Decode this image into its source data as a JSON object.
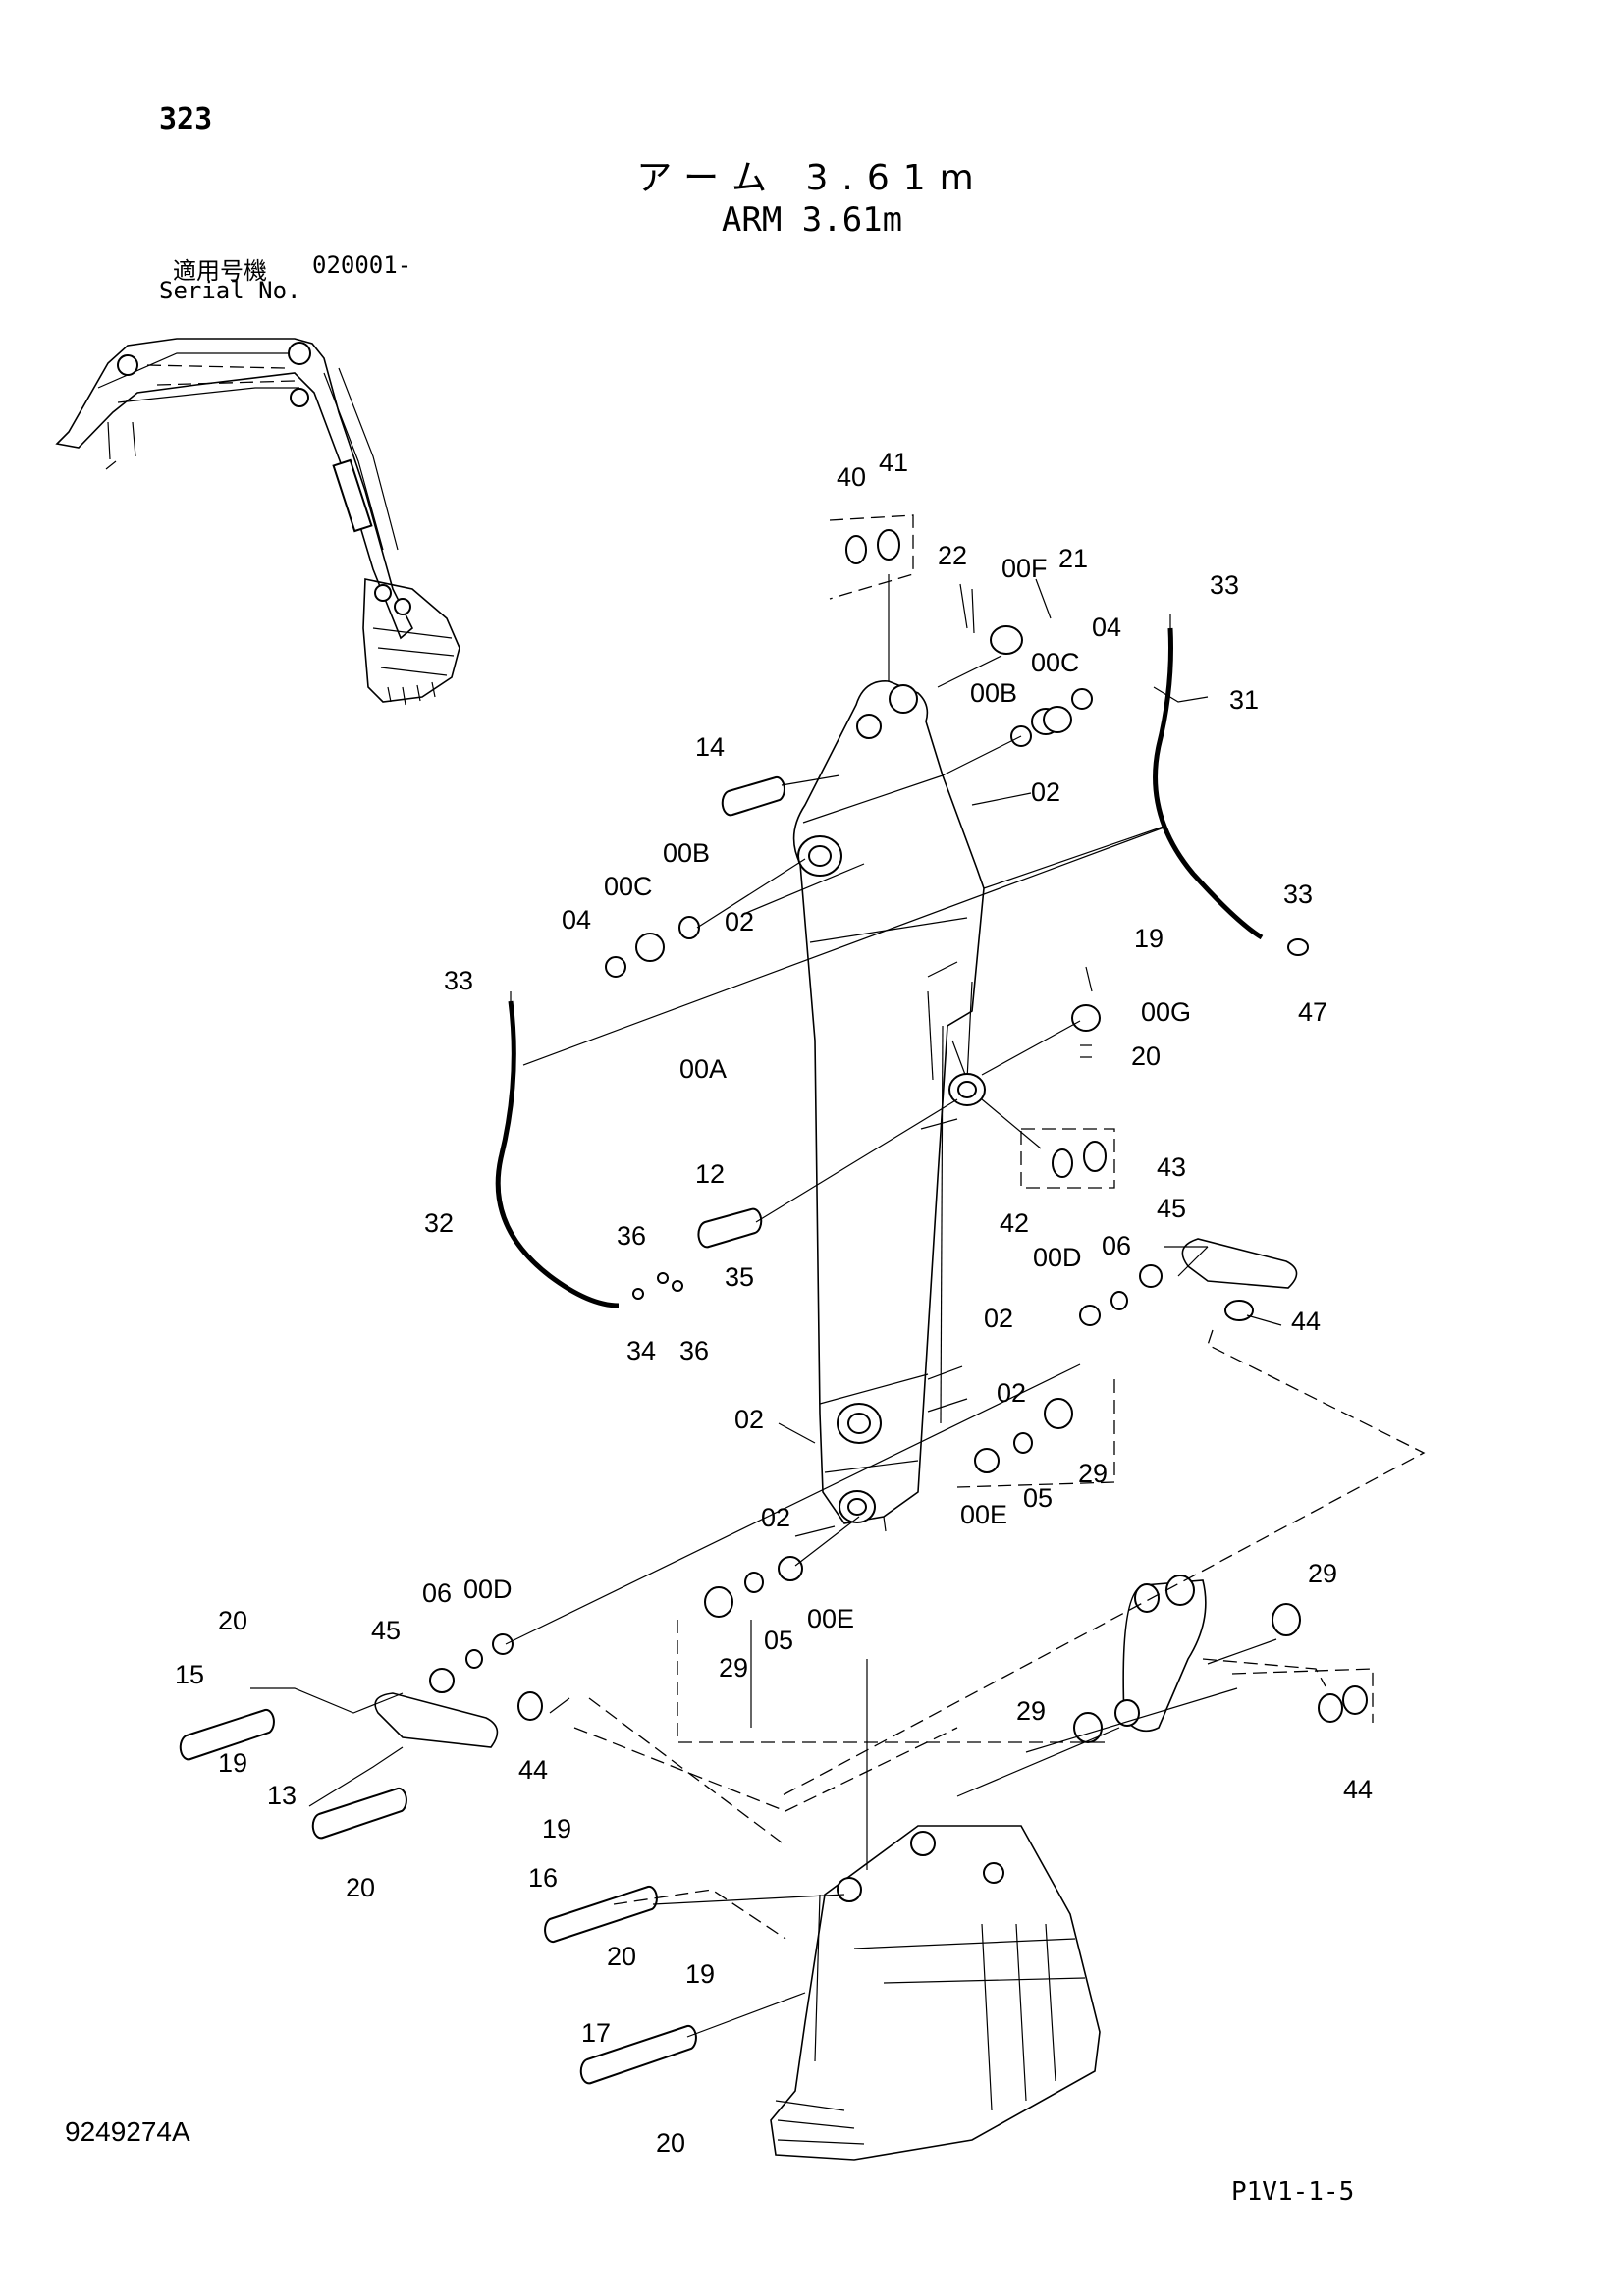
{
  "header": {
    "page_number": "323",
    "title_jp": "アーム 3.61m",
    "title_en": "ARM 3.61m",
    "serial_label_jp": "適用号機",
    "serial_label_en": "Serial No.",
    "serial_value": "020001-"
  },
  "footer": {
    "drawing_number": "9249274A",
    "section_code": "P1V1-1-5"
  },
  "callouts": {
    "c40": "40",
    "c41": "41",
    "c22": "22",
    "c00F": "00F",
    "c21": "21",
    "c33a": "33",
    "c00C_r": "00C",
    "c04_r": "04",
    "c00B_r": "00B",
    "c31": "31",
    "c14": "14",
    "c02_a": "02",
    "c00B_l": "00B",
    "c00C_l": "00C",
    "c04_l": "04",
    "c02_b": "02",
    "c33b": "33",
    "c19_a": "19",
    "c33c": "33",
    "c00G": "00G",
    "c47": "47",
    "c00A": "00A",
    "c20_a": "20",
    "c43": "43",
    "c12": "12",
    "c42": "42",
    "c45_r": "45",
    "c32": "32",
    "c36_a": "36",
    "c00D_r": "00D",
    "c06_r": "06",
    "c35": "35",
    "c44_a": "44",
    "c34": "34",
    "c36_b": "36",
    "c02_c": "02",
    "c02_d": "02",
    "c02_e": "02",
    "c29_a": "29",
    "c05_a": "05",
    "c00E_a": "00E",
    "c02_f": "02",
    "c20_b": "20",
    "c06_l": "06",
    "c00D_l": "00D",
    "c29_b": "29",
    "c15": "15",
    "c45_l": "45",
    "c05_b": "05",
    "c00E_b": "00E",
    "c29_c": "29",
    "c19_b": "19",
    "c29_d": "29",
    "c44_b": "44",
    "c13": "13",
    "c20_c": "20",
    "c44_c": "44",
    "c19_c": "19",
    "c16": "16",
    "c20_d": "20",
    "c19_d": "19",
    "c17": "17",
    "c20_e": "20"
  }
}
